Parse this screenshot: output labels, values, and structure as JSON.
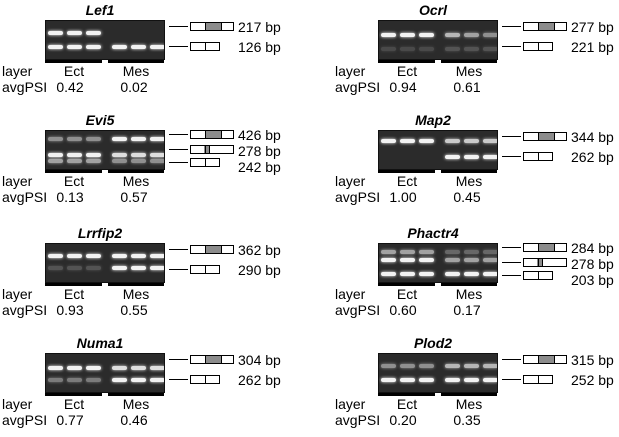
{
  "labels": {
    "layer": "layer",
    "avgpsi": "avgPSI",
    "ect": "Ect",
    "mes": "Mes"
  },
  "panels": [
    {
      "gene": "Lef1",
      "ect_psi": "0.42",
      "mes_psi": "0.02",
      "bands": [
        "217 bp",
        "126 bp"
      ]
    },
    {
      "gene": "Ocrl",
      "ect_psi": "0.94",
      "mes_psi": "0.61",
      "bands": [
        "277 bp",
        "221 bp"
      ]
    },
    {
      "gene": "Evi5",
      "ect_psi": "0.13",
      "mes_psi": "0.57",
      "bands": [
        "426 bp",
        "278 bp",
        "242 bp"
      ]
    },
    {
      "gene": "Map2",
      "ect_psi": "1.00",
      "mes_psi": "0.45",
      "bands": [
        "344 bp",
        "262 bp"
      ]
    },
    {
      "gene": "Lrrfip2",
      "ect_psi": "0.93",
      "mes_psi": "0.55",
      "bands": [
        "362 bp",
        "290 bp"
      ]
    },
    {
      "gene": "Phactr4",
      "ect_psi": "0.60",
      "mes_psi": "0.17",
      "bands": [
        "284 bp",
        "278 bp",
        "203 bp"
      ]
    },
    {
      "gene": "Numa1",
      "ect_psi": "0.77",
      "mes_psi": "0.46",
      "bands": [
        "304 bp",
        "262 bp"
      ]
    },
    {
      "gene": "Plod2",
      "ect_psi": "0.20",
      "mes_psi": "0.35",
      "bands": [
        "315 bp",
        "252 bp"
      ]
    }
  ]
}
